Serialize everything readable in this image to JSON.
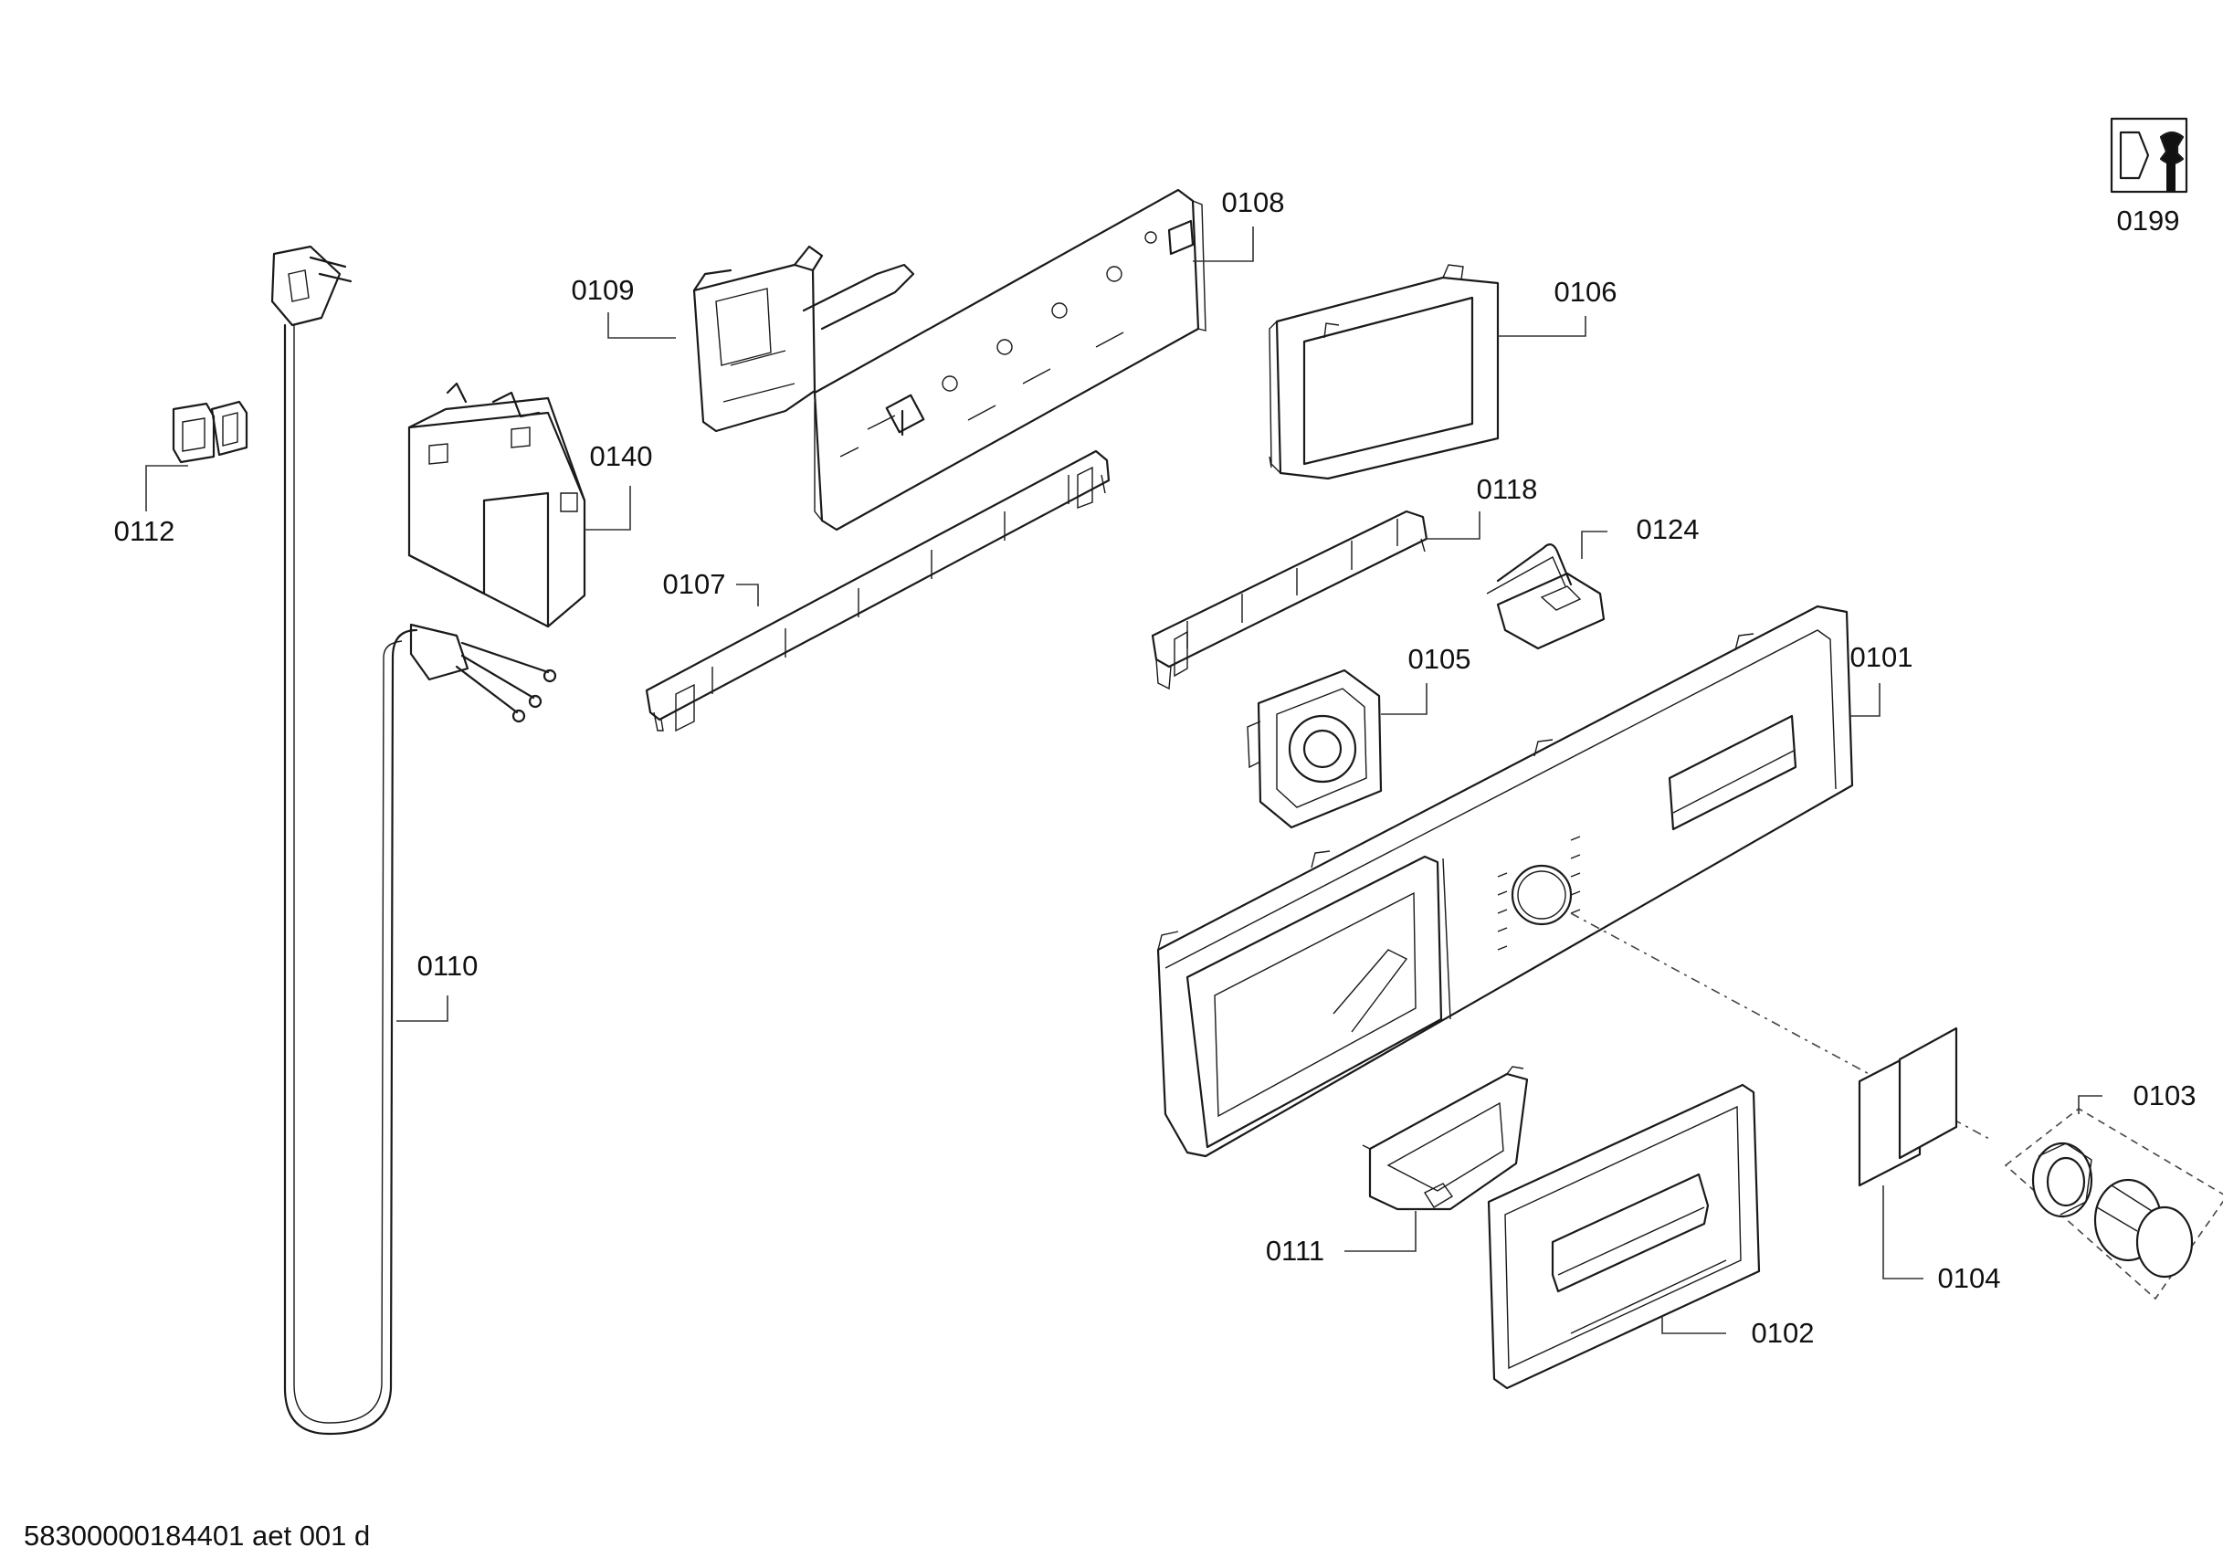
{
  "labels": {
    "p0101": "0101",
    "p0102": "0102",
    "p0103": "0103",
    "p0104": "0104",
    "p0105": "0105",
    "p0106": "0106",
    "p0107": "0107",
    "p0108": "0108",
    "p0109": "0109",
    "p0110": "0110",
    "p0111": "0111",
    "p0112": "0112",
    "p0118": "0118",
    "p0124": "0124",
    "p0140": "0140",
    "p0199": "0199"
  },
  "footer": {
    "drawing_code": "58300000184401 aet 001 d"
  },
  "icons": {
    "service": "wrench-nut-icon"
  }
}
